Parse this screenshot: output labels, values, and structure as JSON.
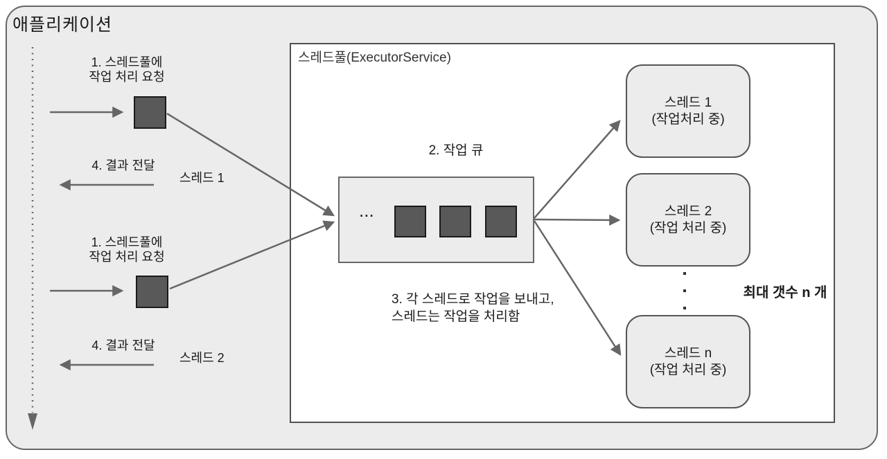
{
  "app": {
    "title": "애플리케이션"
  },
  "left_flow": {
    "request_1": {
      "line1": "1. 스레드풀에",
      "line2": "작업 처리 요청"
    },
    "result_1": "4. 결과 전달",
    "thread_1_label": "스레드 1",
    "request_2": {
      "line1": "1. 스레드풀에",
      "line2": "작업 처리 요청"
    },
    "result_2": "4. 결과 전달",
    "thread_2_label": "스레드 2"
  },
  "pool": {
    "title": "스레드풀(ExecutorService)",
    "queue_label": "2. 작업 큐",
    "queue_ellipsis": "...",
    "dispatch_note": {
      "line1": "3. 각 스레드로 작업을 보내고,",
      "line2": "스레드는 작업을 처리함"
    },
    "max_count_label": "최대 갯수 n 개",
    "threads": [
      {
        "name": "스레드 1",
        "status": "(작업처리 중)"
      },
      {
        "name": "스레드 2",
        "status": "(작업 처리 중)"
      },
      {
        "name": "스레드 n",
        "status": "(작업 처리 중)"
      }
    ]
  },
  "colors": {
    "app_fill": "#ececec",
    "pool_fill": "#ffffff",
    "task_fill": "#595959",
    "line": "#666666",
    "border": "#555555"
  }
}
